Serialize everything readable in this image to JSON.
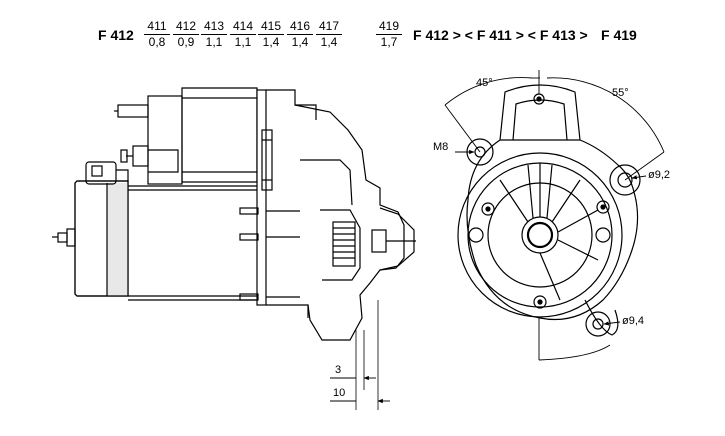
{
  "header": {
    "base_model": "F 412",
    "variants": [
      {
        "code": "411",
        "value": "0,8"
      },
      {
        "code": "412",
        "value": "0,9"
      },
      {
        "code": "413",
        "value": "1,1"
      },
      {
        "code": "414",
        "value": "1,1"
      },
      {
        "code": "415",
        "value": "1,4"
      },
      {
        "code": "416",
        "value": "1,4"
      },
      {
        "code": "417",
        "value": "1,4"
      },
      {
        "code": "419",
        "value": "1,7"
      }
    ],
    "equivalence": "F 412 > < F 411 > < F 413 >",
    "last_model": "F 419"
  },
  "dimensions": {
    "angle_a": "45°",
    "angle_b": "55°",
    "thread": "M8",
    "hole_a": "ø9,2",
    "hole_b": "ø9,4",
    "offset_a": "3",
    "offset_b": "10"
  }
}
